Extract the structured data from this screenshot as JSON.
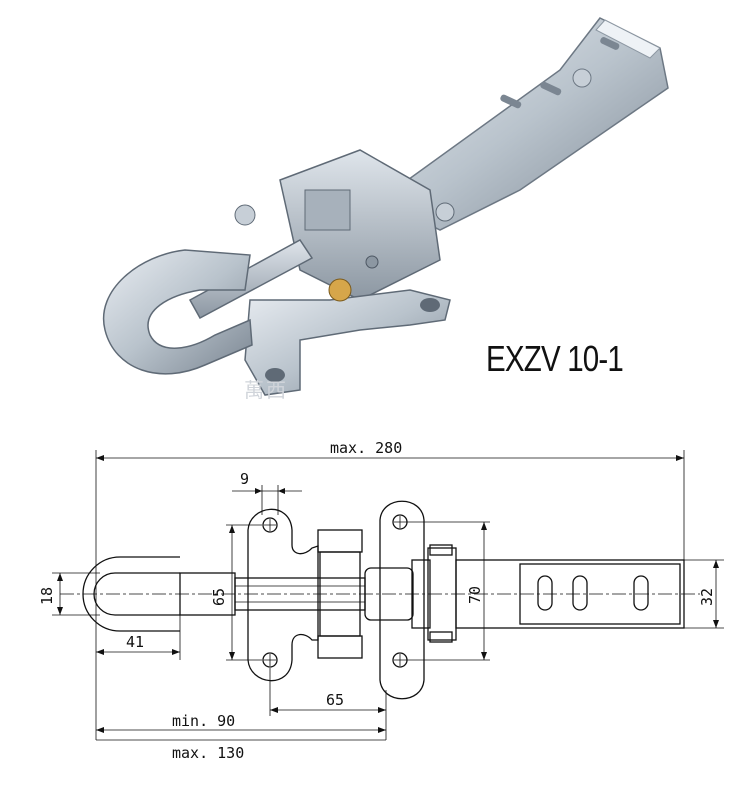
{
  "product": {
    "model": "EXZV 10-1",
    "watermark": "萬西"
  },
  "dimensions": {
    "max_length": "max. 280",
    "min_reach": "min. 90",
    "max_reach": "max. 130",
    "slot_width": "9",
    "ring_width": "18",
    "ring_length": "41",
    "hole_span_left": "65",
    "base_spacing": "65",
    "hole_span_right": "70",
    "handle_width": "32"
  },
  "colors": {
    "metal": "#b9c3cc",
    "metal_dark": "#6d7884",
    "metal_light": "#e3e8ee",
    "line": "#111111"
  }
}
